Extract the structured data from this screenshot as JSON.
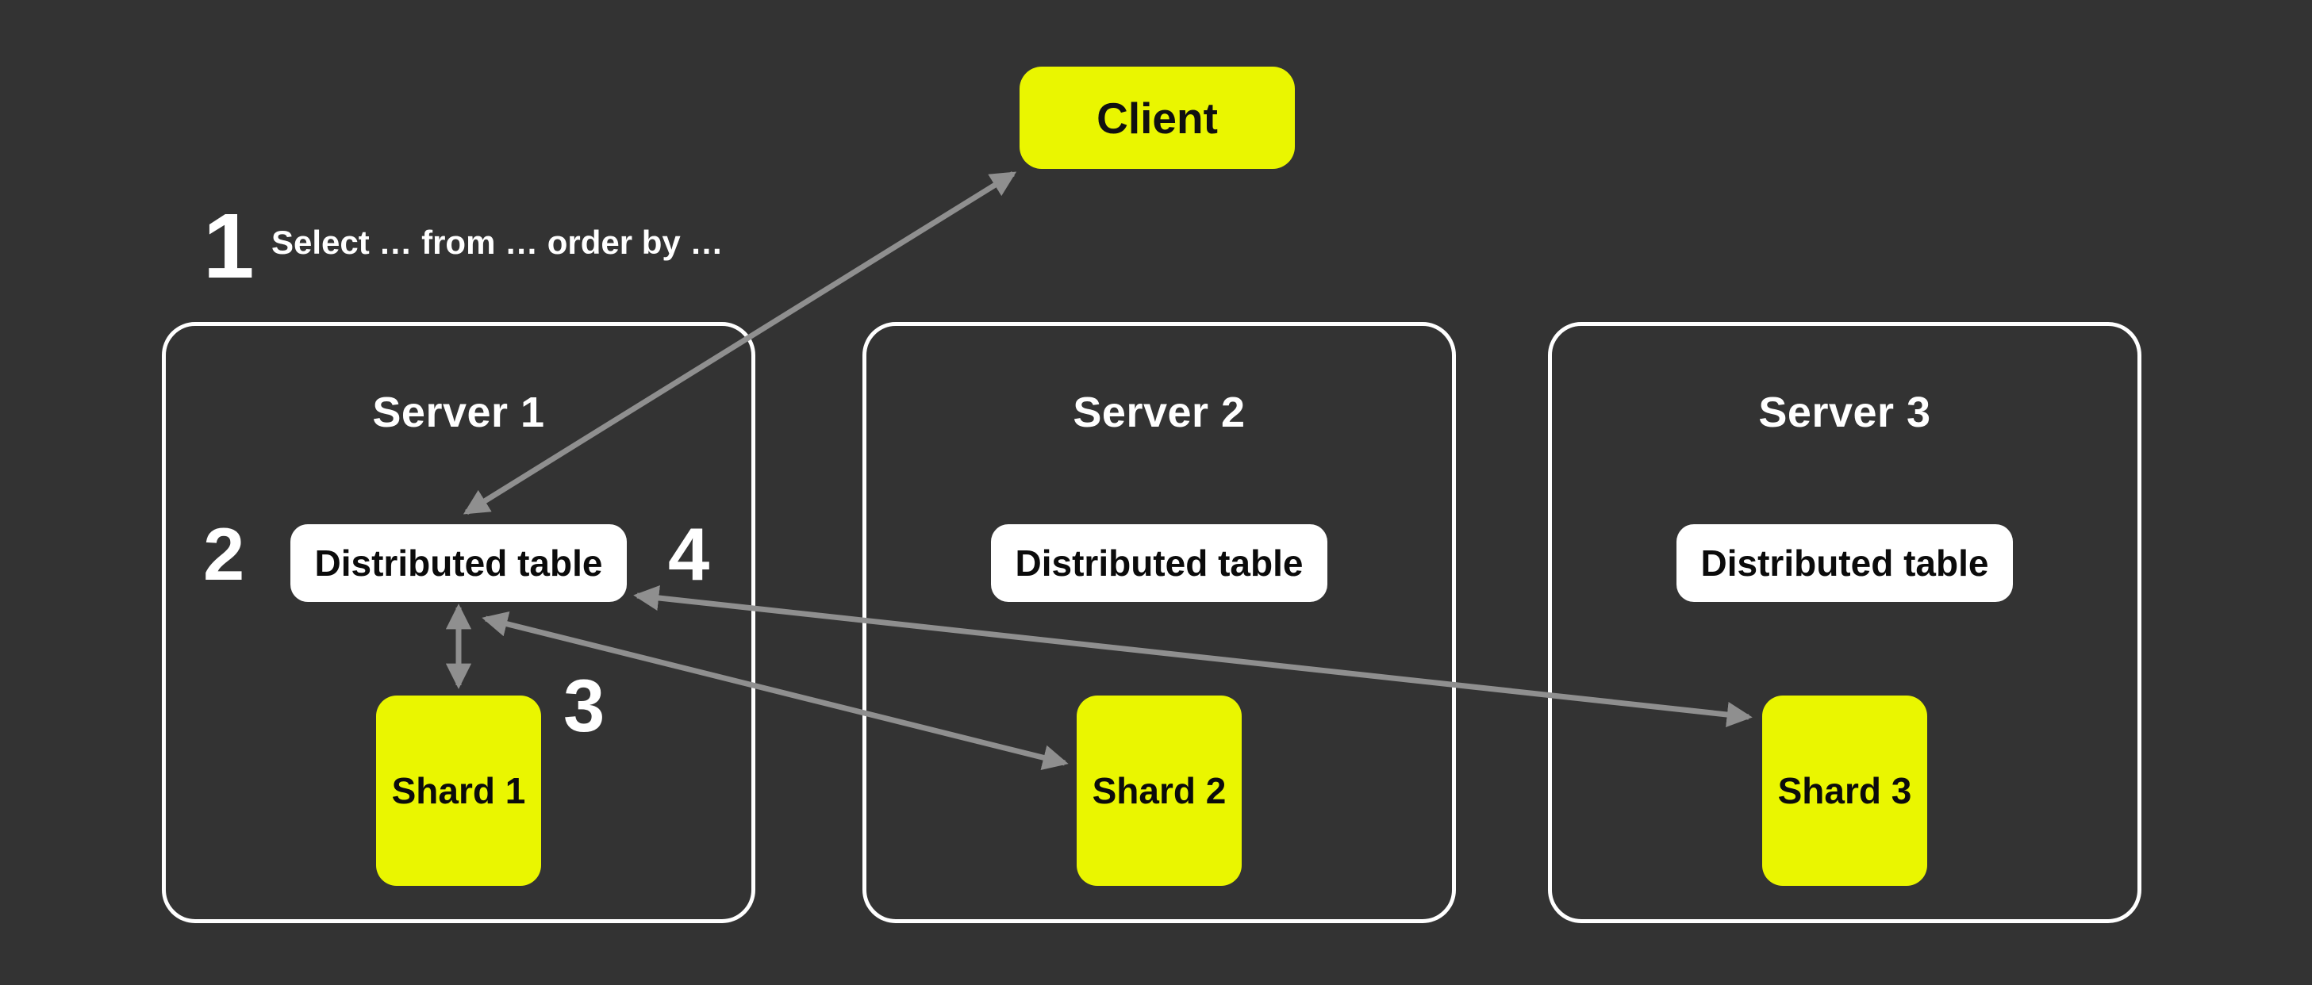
{
  "diagram": {
    "description": "Distributed query flow across sharded servers",
    "client": {
      "label": "Client"
    },
    "steps": {
      "s1": {
        "number": "1",
        "query_text": "Select … from … order by …"
      },
      "s2": {
        "number": "2"
      },
      "s3": {
        "number": "3"
      },
      "s4": {
        "number": "4"
      }
    },
    "servers": [
      {
        "title": "Server 1",
        "table_label": "Distributed table",
        "shard_label": "Shard 1"
      },
      {
        "title": "Server 2",
        "table_label": "Distributed table",
        "shard_label": "Shard 2"
      },
      {
        "title": "Server 3",
        "table_label": "Distributed table",
        "shard_label": "Shard 3"
      }
    ],
    "connectors": [
      {
        "from": "distributed-table-1",
        "to": "client",
        "style": "double-arrow"
      },
      {
        "from": "distributed-table-1",
        "to": "shard-1",
        "style": "double-arrow"
      },
      {
        "from": "distributed-table-1",
        "to": "shard-2",
        "style": "double-arrow"
      },
      {
        "from": "distributed-table-1",
        "to": "shard-3",
        "style": "double-arrow"
      }
    ],
    "colors": {
      "background": "#333333",
      "accent_yellow": "#EAF600",
      "box_white": "#FFFFFF",
      "arrow_gray": "#8F8F8F",
      "text_light": "#FFFFFF",
      "text_dark": "#0B0B0B"
    }
  }
}
